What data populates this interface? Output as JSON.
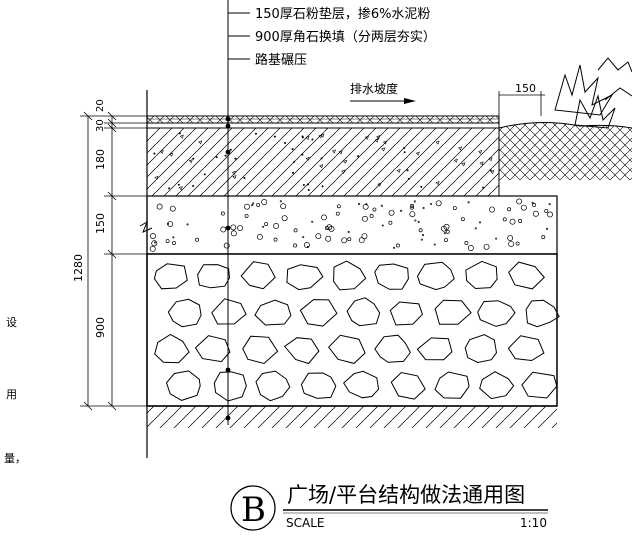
{
  "callouts": [
    "150厚石粉垫层，掺6%水泥粉",
    "900厚角石换填（分两层夯实）",
    "路基碾压"
  ],
  "slope_label": "排水坡度",
  "dimensions": {
    "d20": "20",
    "d30": "30",
    "d180": "180",
    "d150": "150",
    "d900": "900",
    "total": "1280",
    "planter_width": "150"
  },
  "margin_notes": [
    "设",
    "用",
    "量，"
  ],
  "title_block": {
    "badge_letter": "B",
    "title": "广场/平台结构做法通用图",
    "scale_label": "SCALE",
    "scale_value": "1:10"
  },
  "colors": {
    "line": "#000000",
    "background": "#ffffff"
  }
}
